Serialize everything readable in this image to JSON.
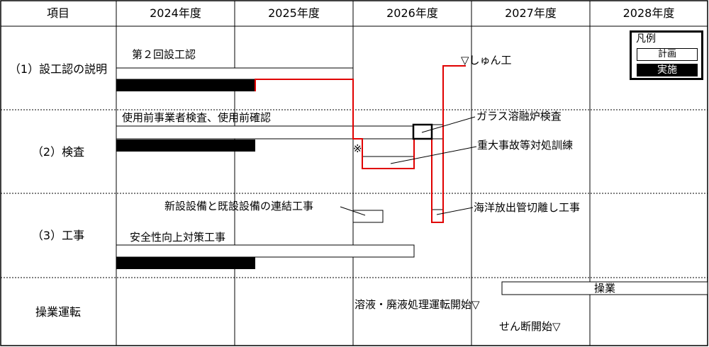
{
  "header": {
    "item_label": "項目",
    "years": [
      "2024年度",
      "2025年度",
      "2026年度",
      "2027年度",
      "2028年度"
    ]
  },
  "rows": [
    {
      "label": "（1）設工認の説明"
    },
    {
      "label": "（2）検査"
    },
    {
      "label": "（3）工事"
    },
    {
      "label": "操業運転"
    }
  ],
  "tasks": {
    "design_approval_2nd": "第２回設工認",
    "use_inspection": "使用前事業者検査、使用前確認",
    "note_mark": "※",
    "glass_melter_inspection": "ガラス溶融炉検査",
    "major_accident_drill": "重大事故等対処訓練",
    "shun_ko": "▽しゅん工",
    "connection_work": "新設設備と既設設備の連結工事",
    "ocean_discharge_pipe_work": "海洋放出管切離し工事",
    "safety_improvement_work": "安全性向上対策工事",
    "operation": "操業",
    "waste_liquid_start": "溶液・廃液処理運転開始▽",
    "shearing_start": "せん断開始▽"
  },
  "legend": {
    "title": "凡例",
    "plan": "計画",
    "actual": "実施"
  },
  "colors": {
    "critical_path": "#e00000",
    "actual_bar": "#000000",
    "plan_bar": "#ffffff",
    "grid": "#000000"
  }
}
